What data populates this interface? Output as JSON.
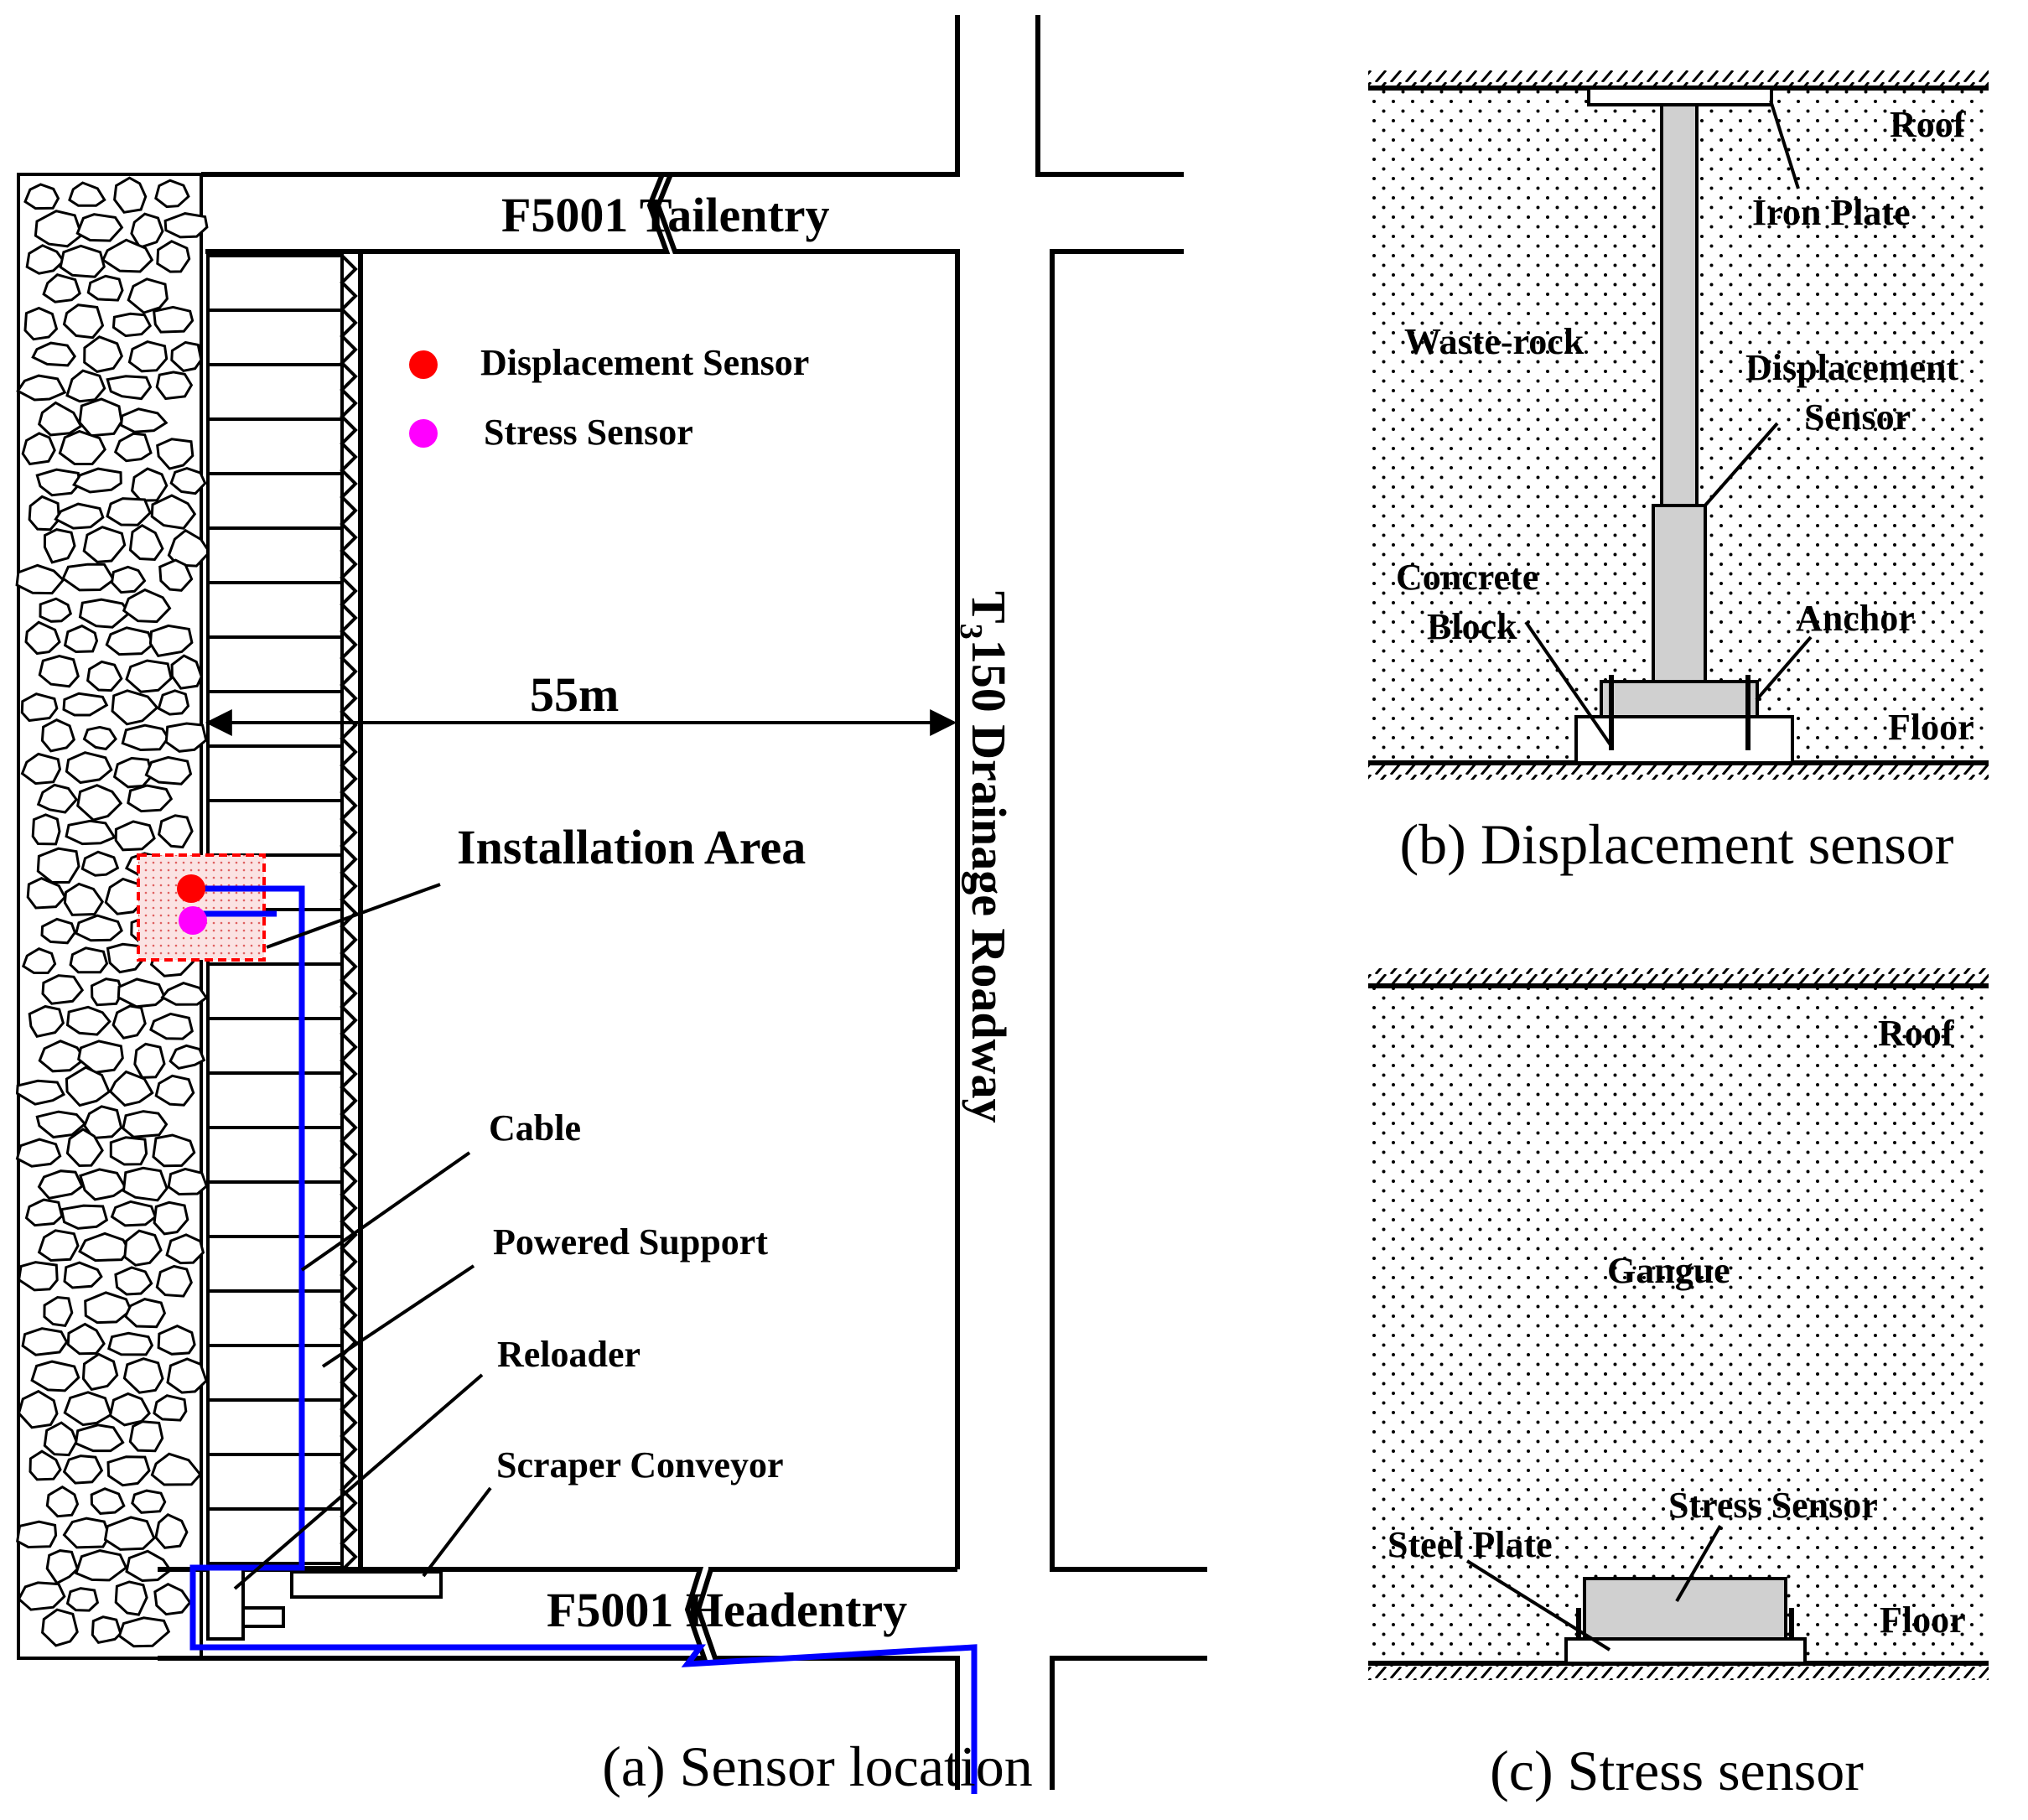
{
  "panel_a": {
    "caption": "(a) Sensor location",
    "tailentry": "F5001 Tailentry",
    "headentry": "F5001 Headentry",
    "roadway_prefix": "T",
    "roadway_sub": "3",
    "roadway_rest": "150 Drainage Roadway",
    "dimension": "55m",
    "installation_area": "Installation Area",
    "legend": {
      "displacement": "Displacement Sensor",
      "stress": "Stress Sensor"
    },
    "labels": {
      "cable": "Cable",
      "powered_support": "Powered  Support",
      "reloader": "Reloader",
      "scraper_conveyor": "Scraper Conveyor"
    }
  },
  "panel_b": {
    "caption": "(b) Displacement sensor",
    "roof": "Roof",
    "iron_plate": "Iron Plate",
    "waste_rock": "Waste-rock",
    "sensor_line1": "Displacement",
    "sensor_line2": "Sensor",
    "concrete_line1": "Concrete",
    "concrete_line2": "Block",
    "anchor": "Anchor",
    "floor": "Floor"
  },
  "panel_c": {
    "caption": "(c) Stress sensor",
    "roof": "Roof",
    "gangue": "Gangue",
    "stress_sensor": "Stress Sensor",
    "steel_plate": "Steel Plate",
    "floor": "Floor"
  },
  "colors": {
    "displacement_sensor": "#ff0000",
    "stress_sensor": "#ff00ff",
    "cable": "#0000ff",
    "sensor_body": "#d0d0d0",
    "installation_area": "#ff0000"
  }
}
